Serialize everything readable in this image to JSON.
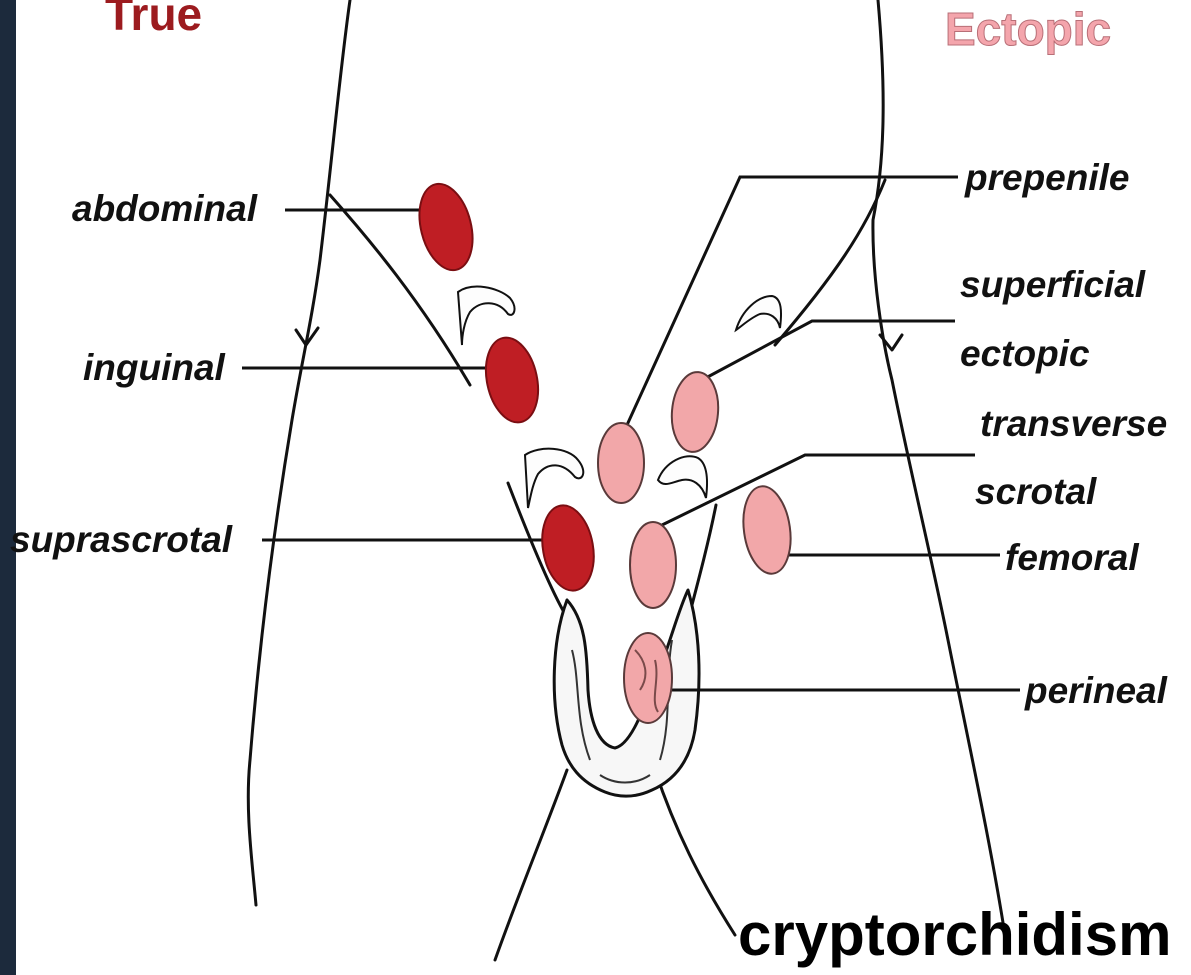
{
  "headers": {
    "true_label": "True",
    "ectopic_label": "Ectopic"
  },
  "title": "cryptorchidism",
  "true_positions": [
    {
      "key": "abdominal",
      "label": "abdominal"
    },
    {
      "key": "inguinal",
      "label": "inguinal"
    },
    {
      "key": "suprascrotal",
      "label": "suprascrotal"
    }
  ],
  "ectopic_positions": [
    {
      "key": "prepenile",
      "label": "prepenile"
    },
    {
      "key": "superficial_ectopic",
      "label_line1": "superficial",
      "label_line2": "ectopic"
    },
    {
      "key": "transverse_scrotal",
      "label_line1": "transverse",
      "label_line2": "scrotal"
    },
    {
      "key": "femoral",
      "label": "femoral"
    },
    {
      "key": "perineal",
      "label": "perineal"
    }
  ],
  "colors": {
    "true_testis": "#bf1e24",
    "ectopic_testis": "#f2a7a9",
    "true_label": "#9c1b1f",
    "ectopic_label": "#f4a5ac",
    "left_edge_band": "#1c2a3c"
  }
}
